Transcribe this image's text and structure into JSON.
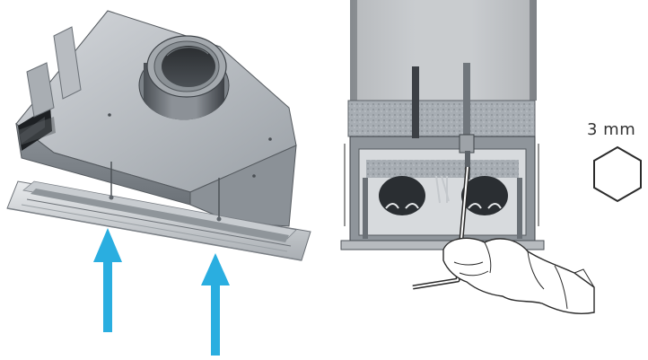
{
  "key_size": {
    "label": "3 mm",
    "shape": "hexagon-icon"
  },
  "colors": {
    "arrow": "#2aaee0",
    "metal_light": "#c3c7cc",
    "metal_mid": "#9aa0a6",
    "metal_dark": "#5f656b",
    "dark_interior": "#1f2326",
    "outline": "#2b2b2b"
  },
  "arrows": {
    "count": 2,
    "direction": "up"
  }
}
